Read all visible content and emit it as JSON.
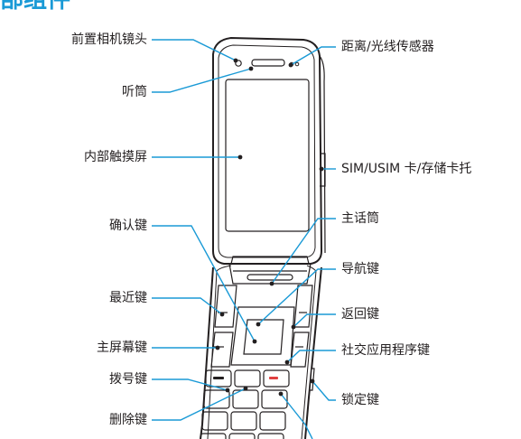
{
  "title_fragment": "部组件",
  "labels": {
    "front_camera": "前置相机镜头",
    "earpiece": "听筒",
    "inner_touchscreen": "内部触摸屏",
    "ok_key": "确认键",
    "recent_key": "最近键",
    "home_key": "主屏幕键",
    "dial_key": "拨号键",
    "delete_key": "删除键",
    "proximity_sensor": "距离/光线传感器",
    "sim_tray": "SIM/USIM 卡/存储卡托",
    "microphone": "主话筒",
    "nav_key": "导航键",
    "back_key": "返回键",
    "social_app_key": "社交应用程序键",
    "lock_key": "锁定键"
  },
  "colors": {
    "leader_line": "#1a9ad6",
    "title": "#1a9ad6",
    "outline": "#231f20"
  }
}
